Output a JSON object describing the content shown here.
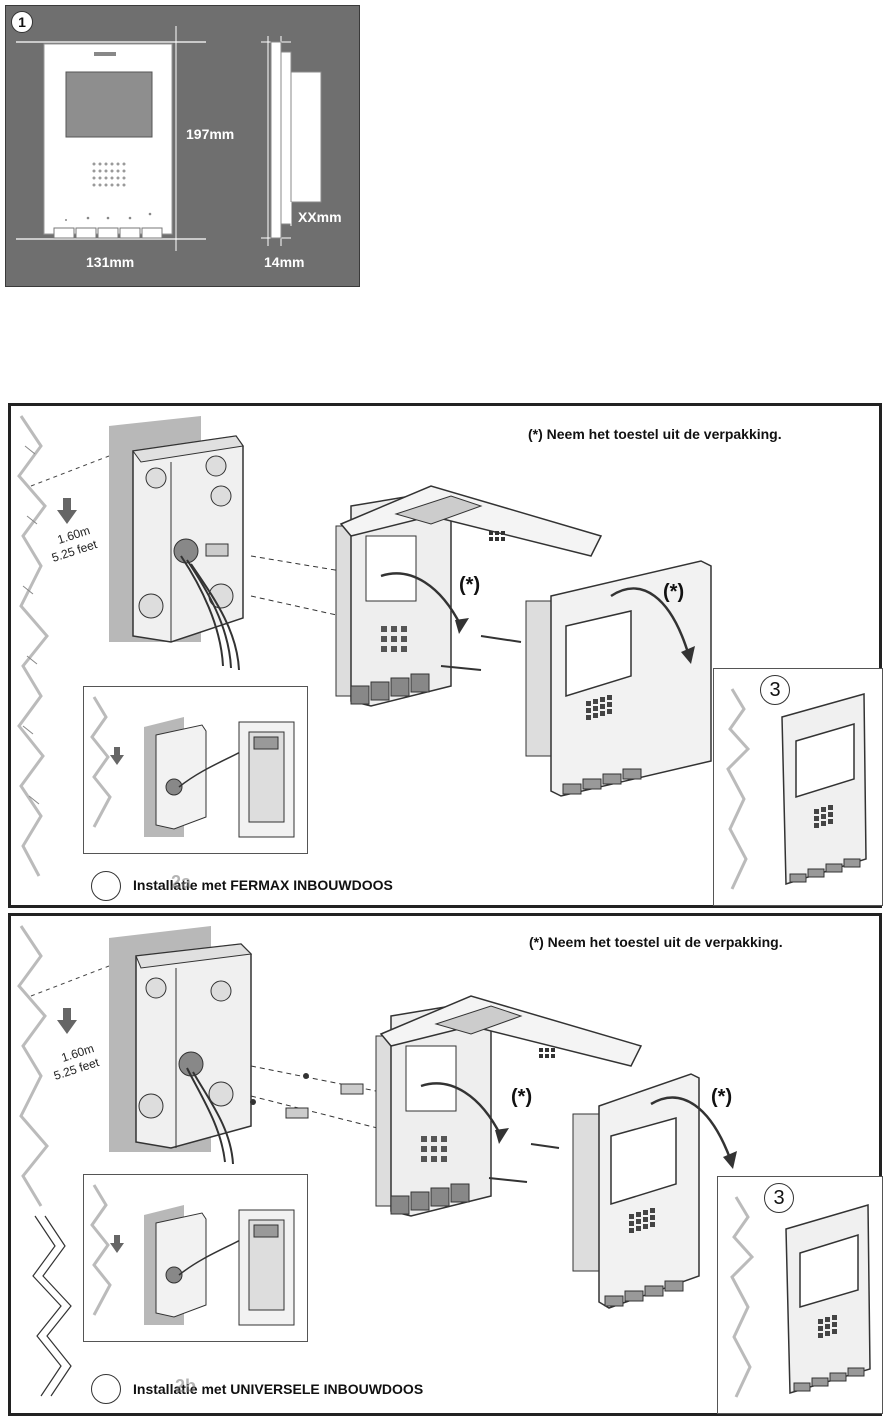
{
  "dimensions_panel": {
    "step_number": "1",
    "height_label": "197mm",
    "width_label": "131mm",
    "depth_label": "14mm",
    "protrusion_label": "XXmm"
  },
  "install_fermax": {
    "note": "(*) Neem het toestel uit de verpakking.",
    "height_label_line1": "1.60m",
    "height_label_line2": "5.25 feet",
    "star_marker": "(*)",
    "caption": "Installatie met FERMAX INBOUWDOOS",
    "caption_overlay": "2a",
    "result_step": "3"
  },
  "install_universal": {
    "note": "(*) Neem het toestel uit de verpakking.",
    "height_label_line1": "1.60m",
    "height_label_line2": "5.25 feet",
    "star_marker": "(*)",
    "caption": "Installatie met UNIVERSELE INBOUWDOOS",
    "caption_overlay": "2b",
    "result_step": "3"
  }
}
